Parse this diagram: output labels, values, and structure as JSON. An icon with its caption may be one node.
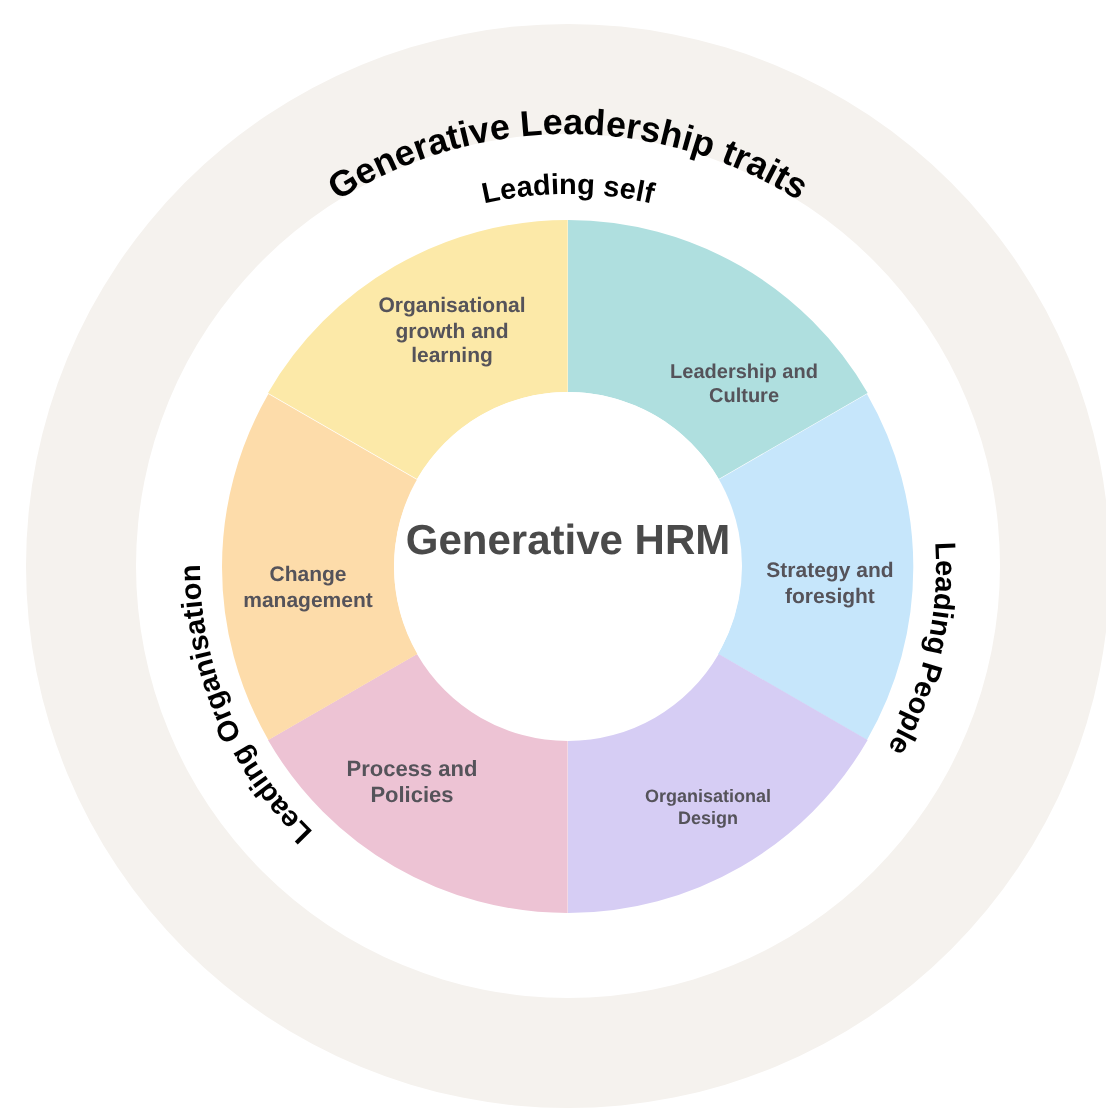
{
  "diagram": {
    "nodes": [
      {
        "text": [
          "Generative Leadership traits"
        ]
      },
      {
        "text": [
          "Organisational growth and learning"
        ],
        "in": 0
      },
      {
        "text": [
          "Leadership and Culture"
        ],
        "in": 0
      },
      {
        "text": [
          "Strategy and foresight"
        ],
        "in": 0
      },
      {
        "text": [
          "Organisational Design"
        ],
        "in": 0
      },
      {
        "text": [
          "Process and Policies"
        ],
        "in": 0
      },
      {
        "text": [
          "Change management"
        ],
        "in": 0
      },
      {
        "text": [
          "Generative HRM"
        ],
        "in": 0
      }
    ],
    "labels": [
      "Leading self",
      "Leading People",
      "Leading Organisation"
    ]
  }
}
